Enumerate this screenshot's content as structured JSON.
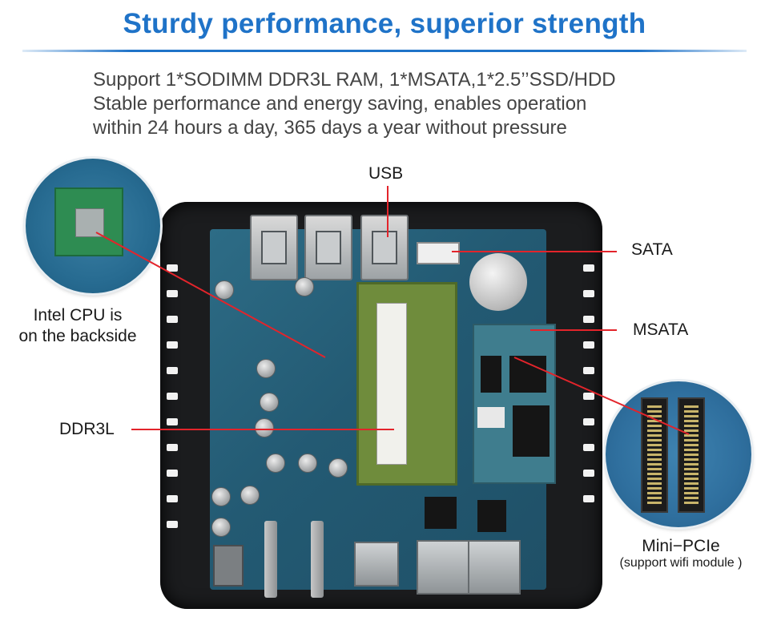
{
  "header": {
    "title": "Sturdy performance, superior strength"
  },
  "description": {
    "line1": "Support 1*SODIMM DDR3L RAM, 1*MSATA,1*2.5’’SSD/HDD",
    "line2": "Stable performance and energy saving, enables operation",
    "line3": "within 24 hours a day, 365 days a year without pressure"
  },
  "callouts": {
    "usb": "USB",
    "sata": "SATA",
    "msata": "MSATA",
    "ddr3l": "DDR3L",
    "cpu_line1": "Intel CPU is",
    "cpu_line2": "on the backside",
    "minipcie": "Mini−PCIe",
    "minipcie_note": "(support wifi module )"
  },
  "colors": {
    "title": "#1f73c8",
    "callout_line": "#e3242b",
    "board": "#235a73",
    "chassis": "#1b1c1e"
  },
  "icons": {
    "memory_module": "ddr3l-ram-icon",
    "storage_card": "msata-card-icon",
    "coin_cell": "cmos-battery-icon"
  }
}
